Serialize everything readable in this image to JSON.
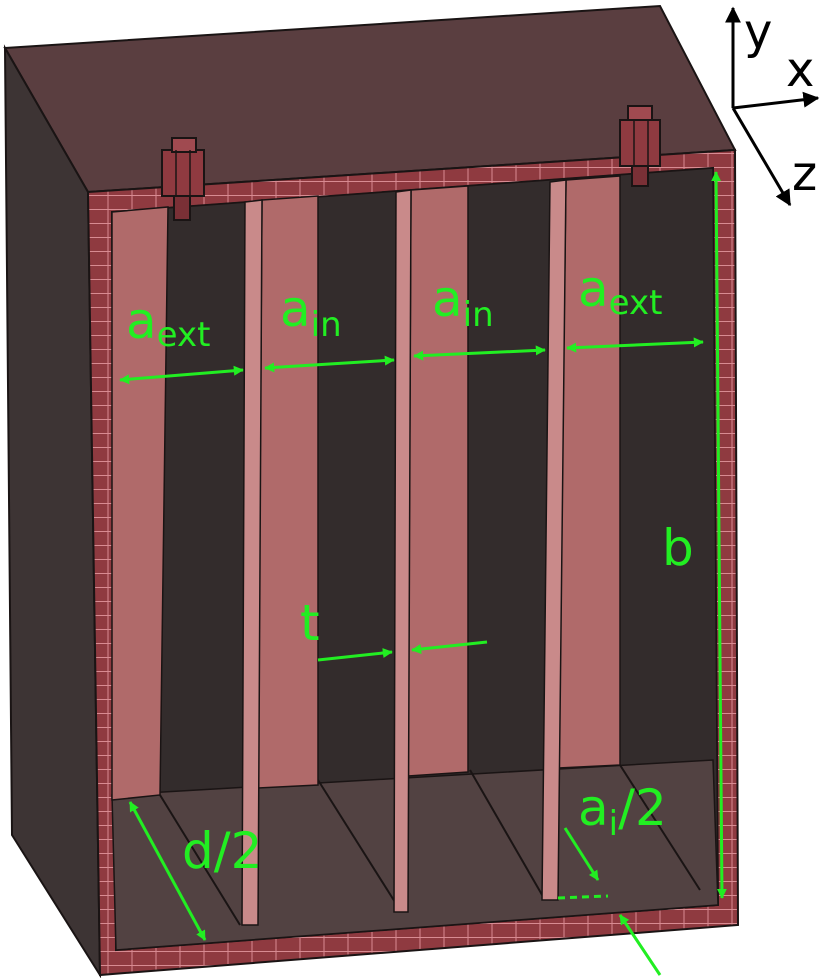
{
  "labels": {
    "a_ext_left": {
      "main": "a",
      "sub": "ext"
    },
    "a_in_left": {
      "main": "a",
      "sub": "in"
    },
    "a_in_right": {
      "main": "a",
      "sub": "in"
    },
    "a_ext_right": {
      "main": "a",
      "sub": "ext"
    },
    "b": "b",
    "t": "t",
    "d_half": "d/2",
    "ai_half": {
      "main": "a",
      "sub": "i",
      "suffix": "/2"
    }
  },
  "axes": {
    "x": "x",
    "y": "y",
    "z": "z"
  },
  "colors": {
    "annotation": "#22ee22",
    "box_top": "#5a3e40",
    "box_side": "#3d3434",
    "wall": "#8f3a40",
    "interior_back": "#332c2c",
    "plate": "#b06a6a",
    "floor": "#524242"
  }
}
